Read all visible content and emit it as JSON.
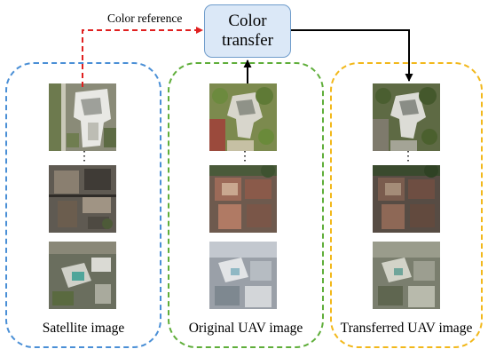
{
  "diagram": {
    "process_box": {
      "line1": "Color",
      "line2": "transfer"
    },
    "edges": {
      "color_reference_label": "Color reference"
    },
    "groups": [
      {
        "caption": "Satellite image"
      },
      {
        "caption": "Original UAV image"
      },
      {
        "caption": "Transferred UAV image"
      }
    ],
    "ellipsis": "⋮"
  },
  "colors": {
    "satellite_border": "#4a8fd6",
    "original_border": "#5fae3a",
    "transferred_border": "#f2b81b",
    "process_fill": "#dbe8f7",
    "process_border": "#6f9ccb",
    "reference_arrow": "#e02020",
    "flow_arrow": "#000000"
  }
}
